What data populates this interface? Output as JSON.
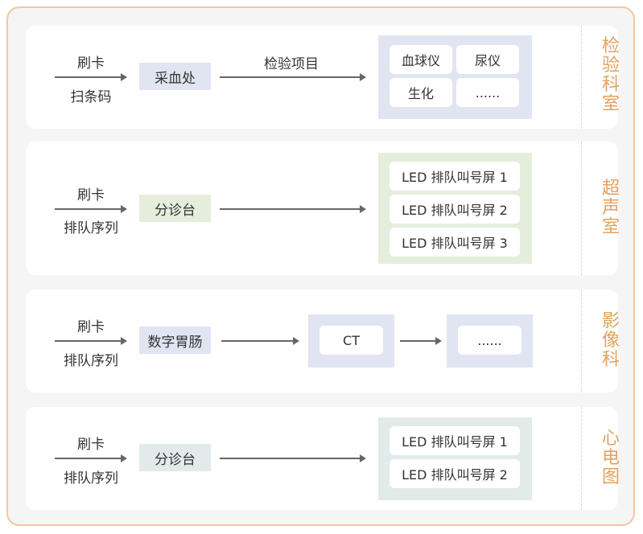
{
  "rows": [
    {
      "card_label": "刷卡",
      "sub_label": "扫条码",
      "station": "采血处",
      "mid_label": "检验项目",
      "items": [
        "血球仪",
        "尿仪",
        "生化",
        "......"
      ],
      "dept": [
        "检",
        "验",
        "科",
        "室"
      ]
    },
    {
      "card_label": "刷卡",
      "sub_label": "排队序列",
      "station": "分诊台",
      "items": [
        "LED 排队叫号屏 1",
        "LED 排队叫号屏 2",
        "LED 排队叫号屏 3"
      ],
      "dept": [
        "超",
        "声",
        "室"
      ]
    },
    {
      "card_label": "刷卡",
      "sub_label": "排队序列",
      "station": "数字胃肠",
      "items": [
        "CT",
        "......"
      ],
      "dept": [
        "影",
        "像",
        "科"
      ]
    },
    {
      "card_label": "刷卡",
      "sub_label": "排队序列",
      "station": "分诊台",
      "items": [
        "LED 排队叫号屏 1",
        "LED 排队叫号屏 2"
      ],
      "dept": [
        "心",
        "电",
        "图"
      ]
    }
  ],
  "colors": {
    "frame_border": "#f0c9a0",
    "dept_text": "#e0a25e",
    "lab_fill": "#e1e5f2",
    "ultrasound_fill": "#e5eedd",
    "imaging_fill": "#e1e5f2",
    "ecg_fill": "#e2eaea"
  }
}
